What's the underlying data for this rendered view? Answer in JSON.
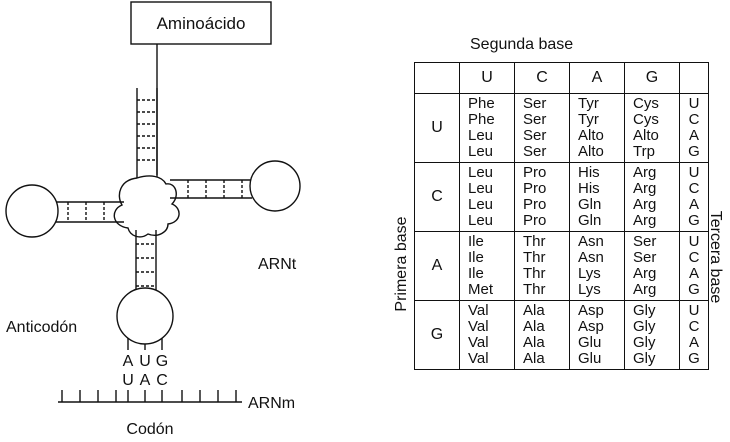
{
  "diagram": {
    "aminoacid_label": "Aminoácido",
    "trna_label": "ARNt",
    "anticodon_label": "Anticodón",
    "anticodon_bases": [
      "A",
      "U",
      "G"
    ],
    "codon_bases": [
      "U",
      "A",
      "C"
    ],
    "mrna_label": "ARNm",
    "codon_label": "Codón"
  },
  "table": {
    "second_base_label": "Segunda base",
    "first_base_label": "Primera base",
    "third_base_label": "Tercera base",
    "second_bases": [
      "U",
      "C",
      "A",
      "G"
    ],
    "third_bases": [
      "U",
      "C",
      "A",
      "G"
    ],
    "rows": [
      {
        "first": "U",
        "cells": [
          [
            "Phe",
            "Phe",
            "Leu",
            "Leu"
          ],
          [
            "Ser",
            "Ser",
            "Ser",
            "Ser"
          ],
          [
            "Tyr",
            "Tyr",
            "Alto",
            "Alto"
          ],
          [
            "Cys",
            "Cys",
            "Alto",
            "Trp"
          ]
        ]
      },
      {
        "first": "C",
        "cells": [
          [
            "Leu",
            "Leu",
            "Leu",
            "Leu"
          ],
          [
            "Pro",
            "Pro",
            "Pro",
            "Pro"
          ],
          [
            "His",
            "His",
            "Gln",
            "Gln"
          ],
          [
            "Arg",
            "Arg",
            "Arg",
            "Arg"
          ]
        ]
      },
      {
        "first": "A",
        "cells": [
          [
            "Ile",
            "Ile",
            "Ile",
            "Met"
          ],
          [
            "Thr",
            "Thr",
            "Thr",
            "Thr"
          ],
          [
            "Asn",
            "Asn",
            "Lys",
            "Lys"
          ],
          [
            "Ser",
            "Ser",
            "Arg",
            "Arg"
          ]
        ]
      },
      {
        "first": "G",
        "cells": [
          [
            "Val",
            "Val",
            "Val",
            "Val"
          ],
          [
            "Ala",
            "Ala",
            "Ala",
            "Ala"
          ],
          [
            "Asp",
            "Asp",
            "Glu",
            "Glu"
          ],
          [
            "Gly",
            "Gly",
            "Gly",
            "Gly"
          ]
        ]
      }
    ]
  }
}
